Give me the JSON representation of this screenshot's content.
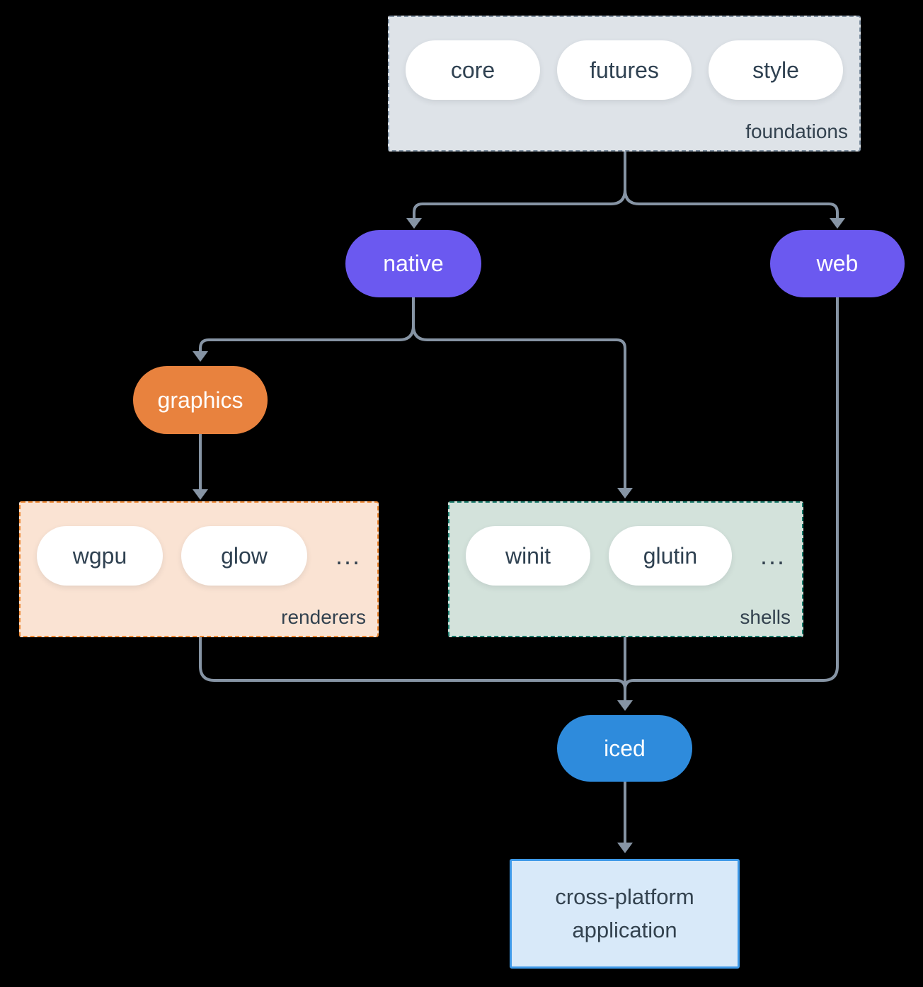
{
  "colors": {
    "background": "#000000",
    "arrow": "#8694a4",
    "pill_fill": "#ffffff",
    "pill_text": "#2f4151",
    "label_text": "#33424f",
    "foundations_fill": "#dee3e8",
    "foundations_border": "#7e8fa0",
    "native_fill": "#6b59f0",
    "web_fill": "#6b59f0",
    "graphics_fill": "#e8823e",
    "renderers_fill": "#fae3d3",
    "renderers_border": "#ee8833",
    "shells_fill": "#d3e2db",
    "shells_border": "#18796a",
    "iced_fill": "#2e8bdc",
    "app_fill": "#d8e9f9",
    "app_border": "#3e99e8"
  },
  "foundations": {
    "label": "foundations",
    "items": [
      "core",
      "futures",
      "style"
    ]
  },
  "native": {
    "label": "native"
  },
  "web": {
    "label": "web"
  },
  "graphics": {
    "label": "graphics"
  },
  "renderers": {
    "label": "renderers",
    "items": [
      "wgpu",
      "glow"
    ],
    "more": "..."
  },
  "shells": {
    "label": "shells",
    "items": [
      "winit",
      "glutin"
    ],
    "more": "..."
  },
  "iced": {
    "label": "iced"
  },
  "application": {
    "line1": "cross-platform",
    "line2": "application"
  }
}
